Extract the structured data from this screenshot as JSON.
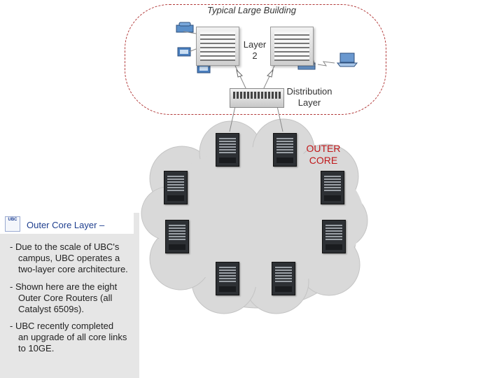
{
  "diagram": {
    "building_title": "Typical Large Building",
    "layer2_label": [
      "Layer",
      "2"
    ],
    "distribution_label": [
      "Distribution",
      "Layer"
    ],
    "outer_core_label": [
      "OUTER",
      "CORE"
    ],
    "colors": {
      "outer_core_text": "#c0181a",
      "building_border": "#b23a3a",
      "cloud": "#d9d9d9",
      "panel_title": "#1f3f8f"
    }
  },
  "panel": {
    "logo_text": "UBC",
    "title": "Outer Core Layer –",
    "bullets": [
      [
        "-   Due to the scale of UBC's",
        "campus, UBC operates a",
        "two-layer core architecture."
      ],
      [
        "-  Shown here are the eight",
        "Outer Core Routers (all",
        "Catalyst 6509s)."
      ],
      [
        "-  UBC recently completed",
        "an upgrade of all core links",
        "to 10GE."
      ]
    ]
  }
}
